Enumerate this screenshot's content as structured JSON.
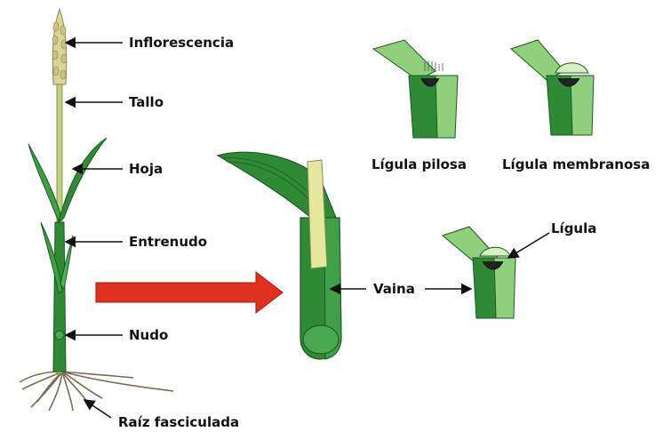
{
  "labels": {
    "inflorescencia": "Inflorescencia",
    "tallo": "Tallo",
    "hoja": "Hoja",
    "entrenudo": "Entrenudo",
    "nudo": "Nudo",
    "raiz": "Raíz fasciculada",
    "ligula_pilosa": "Lígula pilosa",
    "ligula_membranosa": "Lígula membranosa",
    "ligula": "Lígula",
    "vaina": "Vaina"
  },
  "colors": {
    "leaf_dark": "#1f7a2c",
    "leaf_mid": "#3fa047",
    "leaf_light": "#8fd07a",
    "stem_pale": "#e6e8a0",
    "inflorescence": "#d8d49a",
    "root": "#7a6a55",
    "arrow": "#e0301e",
    "text": "#111111"
  }
}
